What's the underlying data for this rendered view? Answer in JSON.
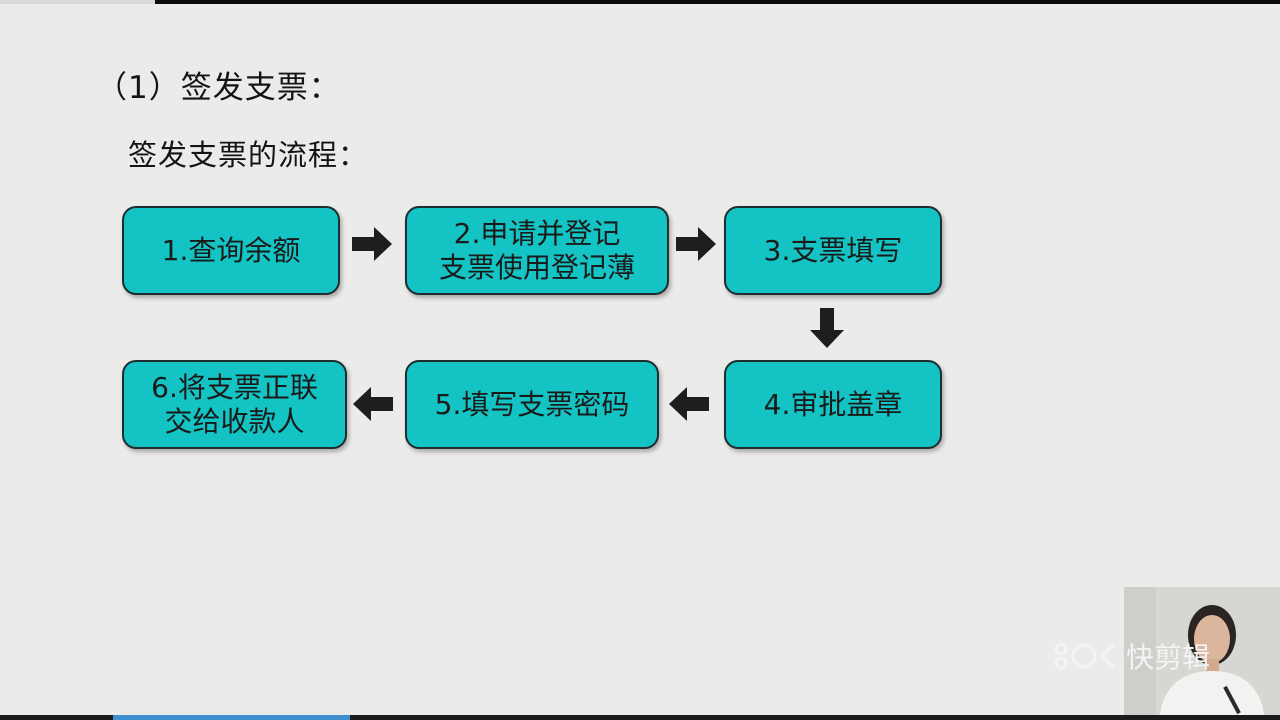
{
  "heading": "（1）签发支票：",
  "subheading": "签发支票的流程：",
  "steps": [
    {
      "label": "1.查询余额"
    },
    {
      "label": "2.申请并登记\n支票使用登记薄"
    },
    {
      "label": "3.支票填写"
    },
    {
      "label": "4.审批盖章"
    },
    {
      "label": "5.填写支票密码"
    },
    {
      "label": "6.将支票正联\n交给收款人"
    }
  ],
  "watermark": {
    "text": "快剪辑",
    "icon": "kuaijianji-logo-icon"
  },
  "colors": {
    "box_fill": "#14c4c4",
    "box_border": "#1e2d30",
    "arrow": "#1e1e1e",
    "background": "#ebebea",
    "progress": "#3d8fd1"
  }
}
